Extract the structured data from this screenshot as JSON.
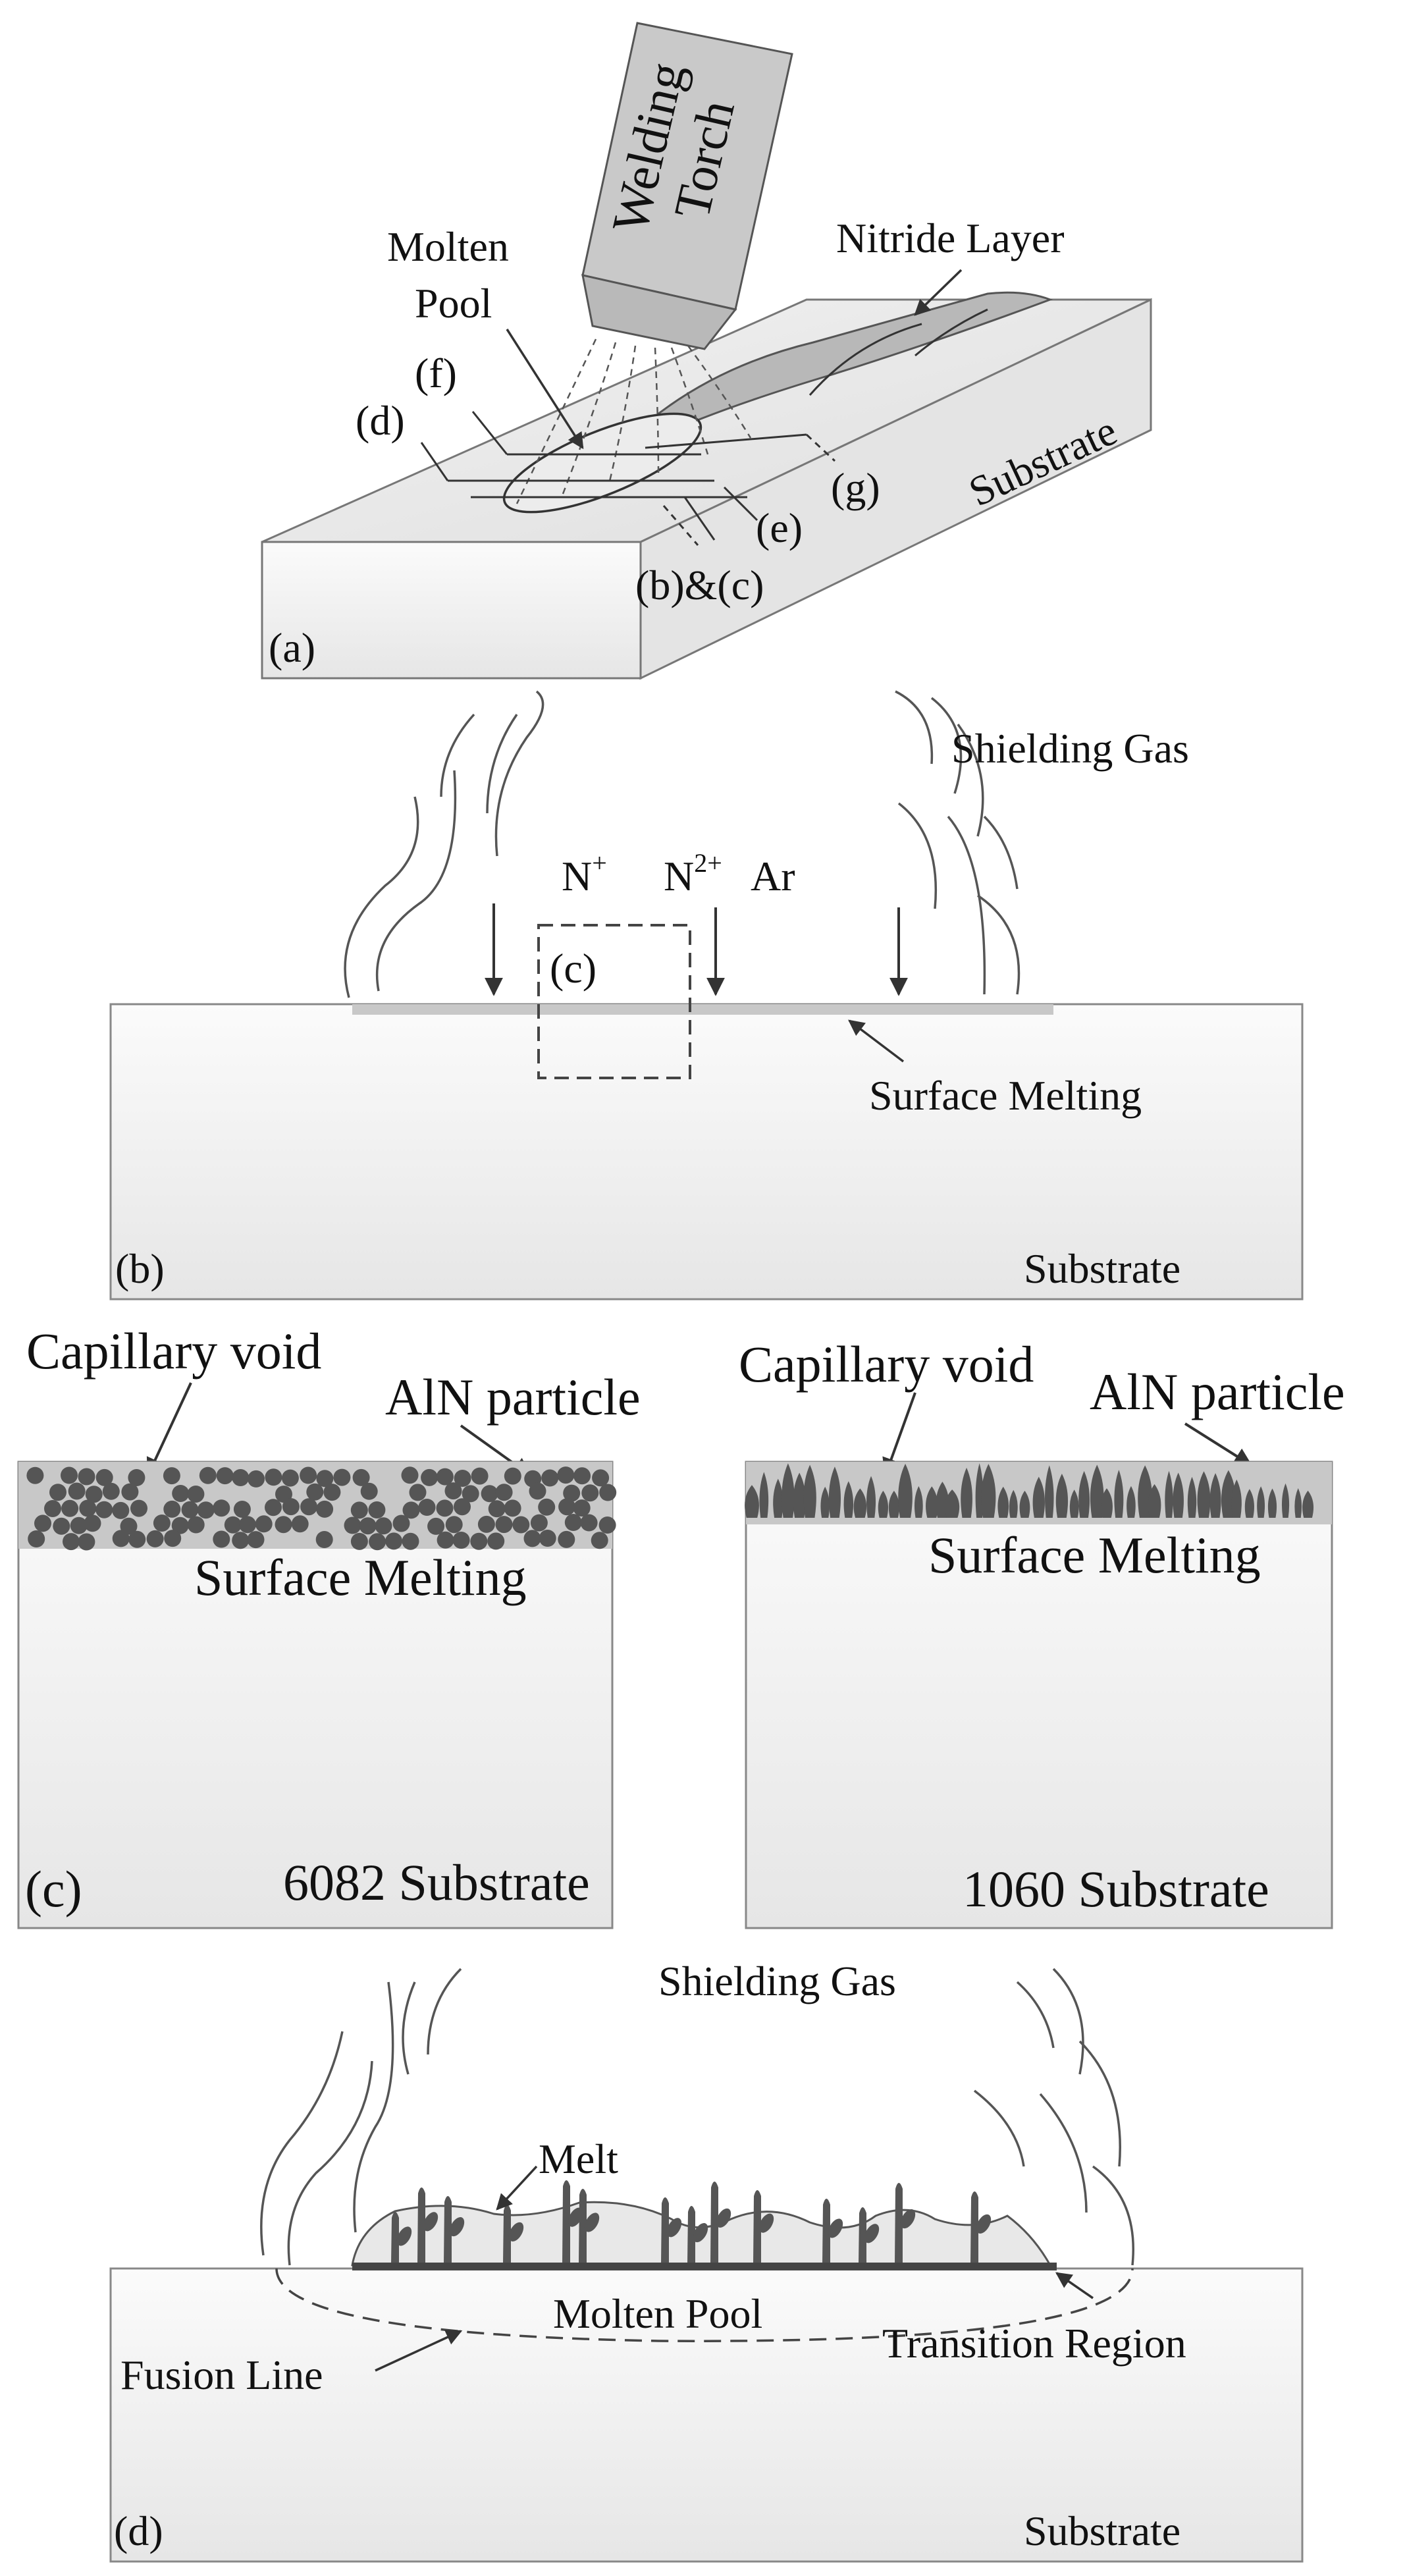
{
  "panel_a": {
    "tag": "(a)",
    "torch_line1": "Welding",
    "torch_line2": "Torch",
    "nitride_layer": "Nitride Layer",
    "molten_pool_line1": "Molten",
    "molten_pool_line2": "Pool",
    "substrate": "Substrate",
    "marker_b_c": "(b)&(c)",
    "marker_d": "(d)",
    "marker_e": "(e)",
    "marker_f": "(f)",
    "marker_g": "(g)"
  },
  "panel_b": {
    "tag": "(b)",
    "shielding_gas": "Shielding Gas",
    "ion_n_plus_base": "N",
    "ion_n_plus_sup": "+",
    "ion_n2_base": "N",
    "ion_n2_sup": "2+",
    "ion_ar": "Ar",
    "inset_tag": "(c)",
    "surface_melting": "Surface Melting",
    "substrate": "Substrate"
  },
  "panel_c": {
    "tag": "(c)",
    "left": {
      "capillary_void": "Capillary void",
      "aln_particle": "AlN particle",
      "surface_melting": "Surface Melting",
      "substrate": "6082 Substrate"
    },
    "right": {
      "capillary_void": "Capillary void",
      "aln_particle": "AlN particle",
      "surface_melting": "Surface Melting",
      "substrate": "1060 Substrate"
    }
  },
  "panel_d": {
    "tag": "(d)",
    "shielding_gas": "Shielding Gas",
    "melt": "Melt",
    "molten_pool": "Molten Pool",
    "transition_region": "Transition Region",
    "fusion_line": "Fusion Line",
    "substrate": "Substrate"
  },
  "colors": {
    "box_fill": "#eeeeee",
    "box_stroke": "#888888",
    "layer_grey": "#c8c8c8",
    "particle": "#555555",
    "dark_line": "#444444"
  }
}
